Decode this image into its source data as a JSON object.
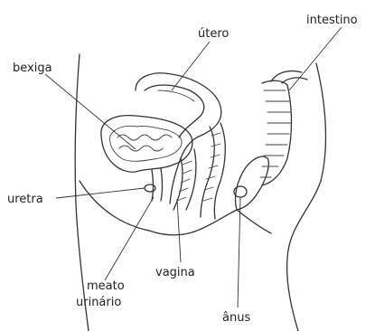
{
  "labels": {
    "utero": "útero",
    "intestino": "intestino",
    "bexiga": "bexiga",
    "uretra": "uretra",
    "meato_line1": "meato",
    "meato_line2": "urinário",
    "vagina": "vagina",
    "anus": "ânus"
  },
  "colors": {
    "stroke": "#333333",
    "background": "#ffffff",
    "text": "#222222"
  }
}
